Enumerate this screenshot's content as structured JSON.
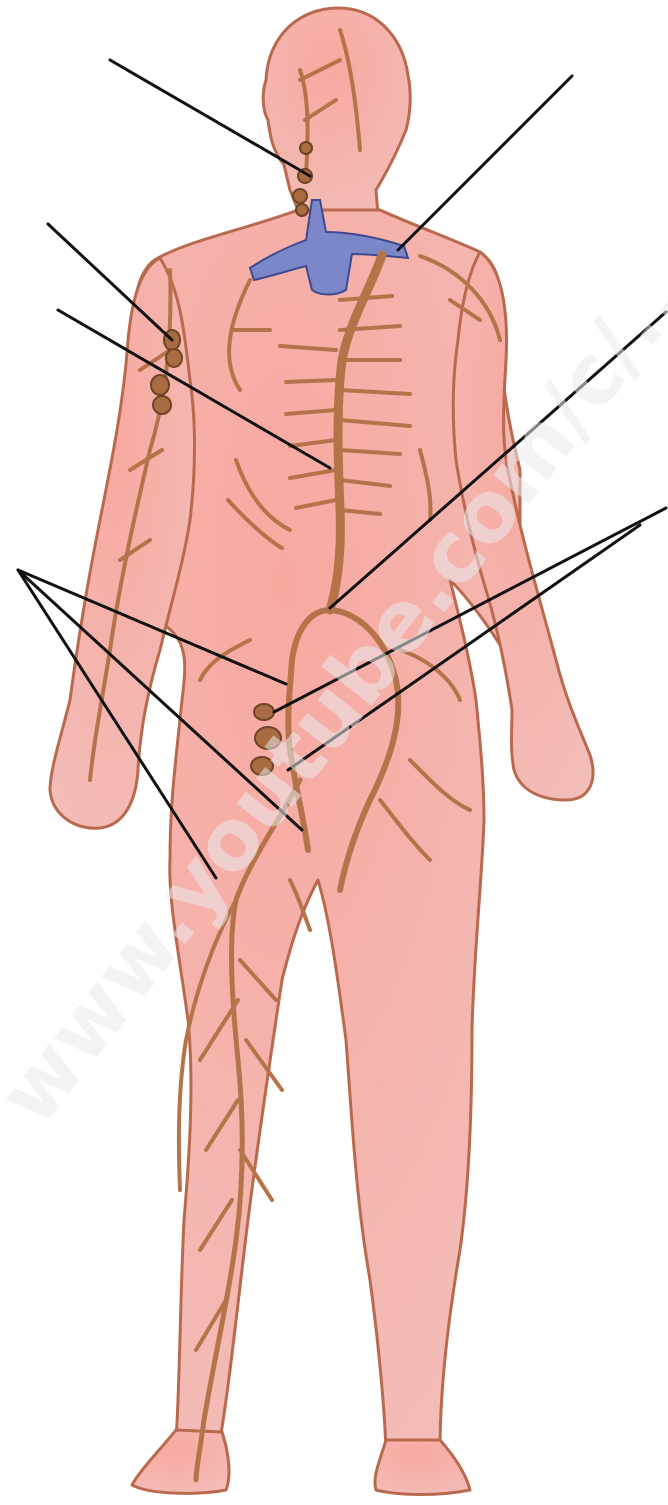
{
  "diagram": {
    "subject": "lymphatic-system",
    "watermark": "www.youtube.com/c/...",
    "colors": {
      "background": "#ffffff",
      "skin": "#f2a9a6",
      "skin_light": "#f6c2bd",
      "skin_outline": "#b96a4e",
      "vessel": "#b5734a",
      "node": "#a86b42",
      "vein": "#7c87c9",
      "leader_line": "#111111",
      "watermark": "#e9e9ec"
    },
    "labels": [
      {
        "id": "cervical-nodes",
        "text": ""
      },
      {
        "id": "subclavian-vein",
        "text": ""
      },
      {
        "id": "axillary-nodes",
        "text": ""
      },
      {
        "id": "thoracic-duct",
        "text": ""
      },
      {
        "id": "cisterna-chyli",
        "text": ""
      },
      {
        "id": "inguinal-nodes",
        "text": ""
      },
      {
        "id": "lymph-vessels",
        "text": ""
      }
    ]
  }
}
